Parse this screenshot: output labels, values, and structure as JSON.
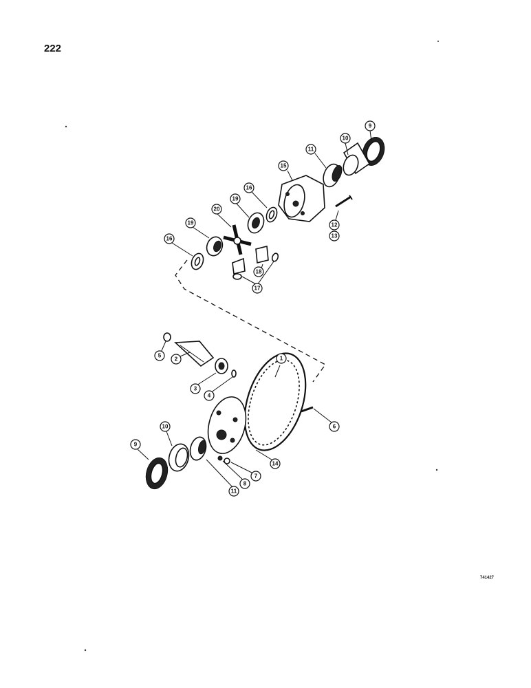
{
  "page_number": "222",
  "drawing_code": "741427",
  "callouts": [
    "1",
    "2",
    "3",
    "4",
    "5",
    "6",
    "7",
    "8",
    "9",
    "10",
    "11",
    "12",
    "13",
    "14",
    "15",
    "16",
    "17",
    "18",
    "19",
    "20"
  ]
}
